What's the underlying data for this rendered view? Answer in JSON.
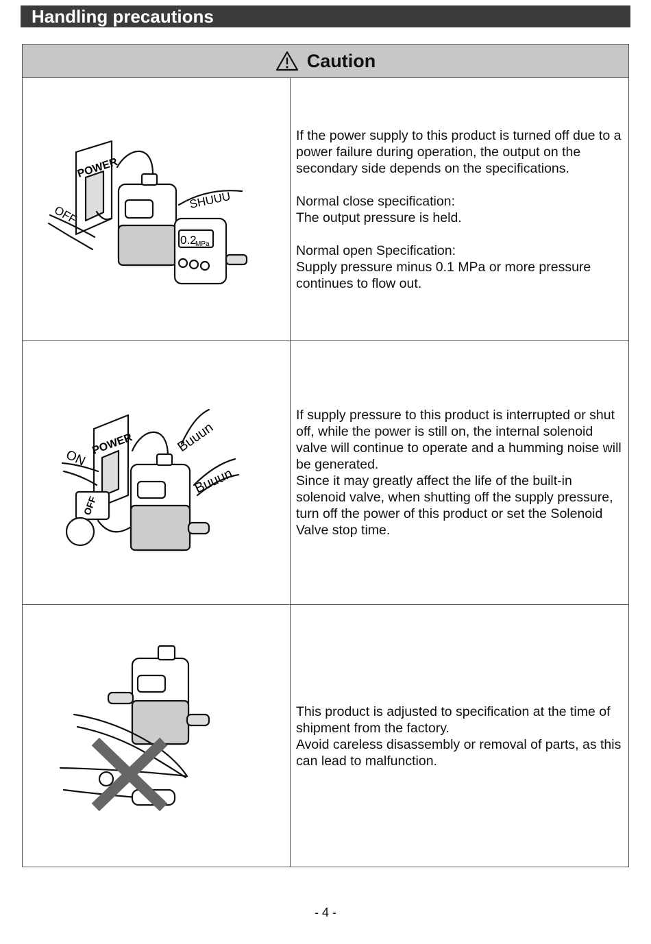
{
  "header": {
    "title": "Handling precautions"
  },
  "caution": {
    "title": "Caution"
  },
  "rows": [
    {
      "illustration": {
        "power_label": "POWER",
        "switch_label": "OFF",
        "sound_label": "SHUUU",
        "display_value": "0.2",
        "display_unit": "MPa"
      },
      "paragraphs": [
        "If the power supply to this product is turned off due to a power failure during operation, the output on the secondary side depends on the specifications.",
        "Normal close specification:",
        "The output pressure is held.",
        "Normal open Specification:",
        "Supply pressure minus 0.1 MPa or more pressure continues to flow out."
      ]
    },
    {
      "illustration": {
        "power_label": "POWER",
        "switch_label": "ON",
        "valve_label": "OFF",
        "sound_label_1": "Buuun",
        "sound_label_2": "Buuun"
      },
      "paragraphs": [
        "If supply pressure to this product is interrupted or shut off, while the power is still on, the internal solenoid valve will continue to operate and a humming noise will be generated.",
        "Since it may greatly affect the life of the built-in solenoid valve, when shutting off the supply pressure, turn off the power of this product or set the Solenoid Valve stop time."
      ]
    },
    {
      "illustration": {},
      "paragraphs": [
        "This product is adjusted to specification at the time of shipment from the factory.",
        "Avoid careless disassembly or removal of parts, as this can lead to malfunction."
      ]
    }
  ],
  "footer": {
    "page_number": "- 4 -"
  }
}
